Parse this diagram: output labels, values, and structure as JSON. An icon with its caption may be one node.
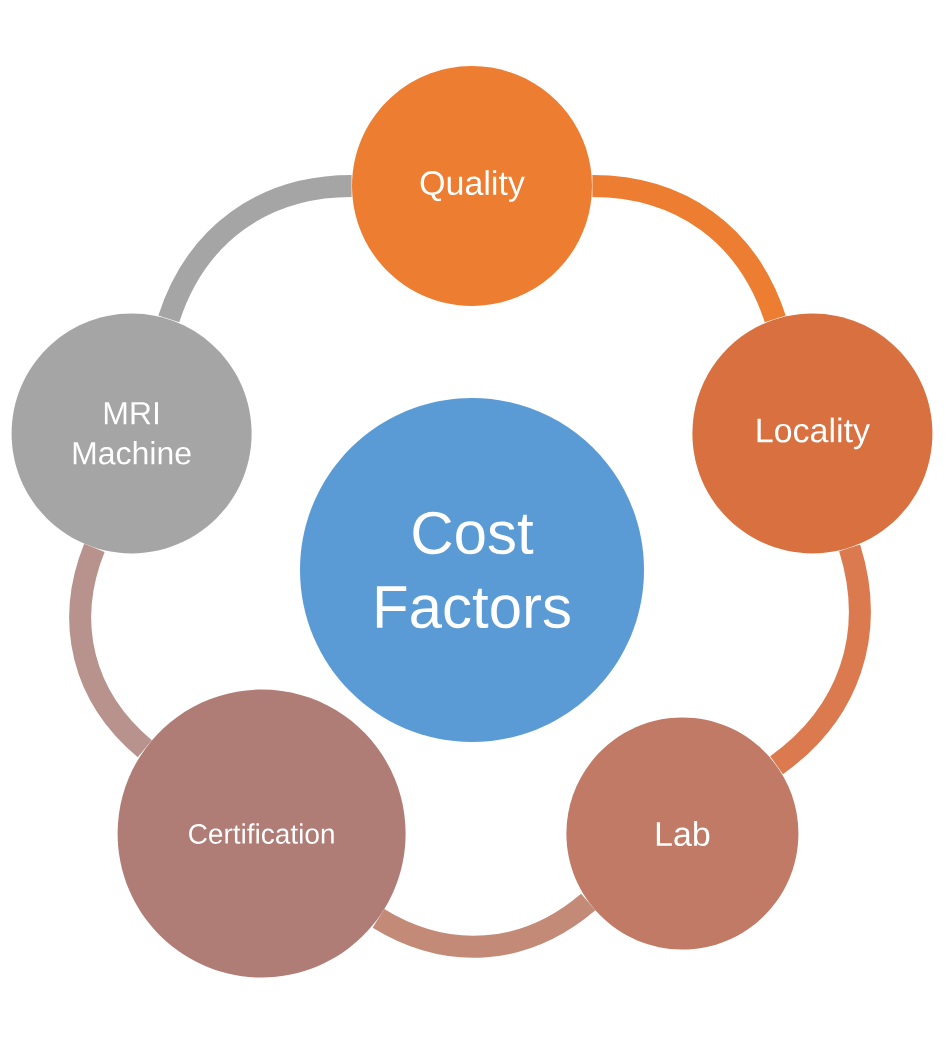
{
  "diagram": {
    "nodes": [
      {
        "text": [
          "Cost Factors"
        ]
      },
      {
        "text": [
          "Quality"
        ]
      },
      {
        "text": [
          "Locality"
        ]
      },
      {
        "text": [
          "Lab"
        ]
      },
      {
        "text": [
          "Certification"
        ]
      },
      {
        "text": [
          "MRI Machine"
        ]
      }
    ],
    "edges": [
      {
        "from": 1,
        "to": 2,
        "arrow": "none",
        "color": "#ed7d31"
      },
      {
        "from": 2,
        "to": 3,
        "arrow": "none",
        "color": "#dc7a4f"
      },
      {
        "from": 3,
        "to": 4,
        "arrow": "none",
        "color": "#c38a78"
      },
      {
        "from": 4,
        "to": 5,
        "arrow": "none",
        "color": "#b8928c"
      },
      {
        "from": 5,
        "to": 1,
        "arrow": "none",
        "color": "#a5a5a5"
      }
    ]
  }
}
